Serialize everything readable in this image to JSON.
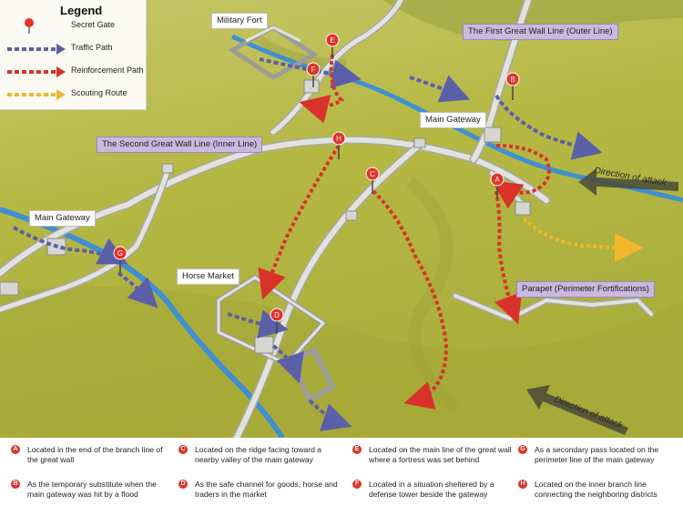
{
  "legend": {
    "title": "Legend",
    "items": [
      {
        "label": "Secret Gate",
        "icon": "pin-icon"
      },
      {
        "label": "Traffic Path",
        "color": "#5b5fa8"
      },
      {
        "label": "Reinforcement Path",
        "color": "#d8322a"
      },
      {
        "label": "Scouting Route",
        "color": "#f2b62d"
      }
    ]
  },
  "map_labels": {
    "military_fort": "Military Fort",
    "first_line": "The First Great Wall Line (Outer Line)",
    "main_gateway_east": "Main Gateway",
    "second_line": "The Second Great Wall Line (Inner Line)",
    "main_gateway_west": "Main Gateway",
    "horse_market": "Horse Market",
    "parapet": "Parapet (Perimeter Fortifications)",
    "attack_east": "Direction of attack",
    "attack_south": "Direction of attack"
  },
  "gates": [
    "A",
    "B",
    "C",
    "D",
    "E",
    "F",
    "G",
    "H"
  ],
  "notes": [
    {
      "letter": "A",
      "text": "Located in the end of the branch line of the great wall"
    },
    {
      "letter": "C",
      "text": "Located on the ridge facing toward a nearby valley of the main gateway"
    },
    {
      "letter": "E",
      "text": "Located on the main line of the great wall where a fortress was set behind"
    },
    {
      "letter": "G",
      "text": "As a secondary pass located on the perimeter line of the main gateway"
    },
    {
      "letter": "B",
      "text": "As the temporary substitute when the main gateway was hit by a flood"
    },
    {
      "letter": "D",
      "text": "As the safe channel for goods, horse and traders in the market"
    },
    {
      "letter": "F",
      "text": "Located in a situation sheltered by a defense tower beside the gateway"
    },
    {
      "letter": "H",
      "text": "Located on the inner branch line connecting the neighboring districts"
    }
  ],
  "colors": {
    "terrain": "#b6ba4a",
    "river": "#3f8fd3",
    "wall": "#d9d9d6",
    "badge": "#e0332a",
    "label_purple": "#c9b9dd"
  }
}
